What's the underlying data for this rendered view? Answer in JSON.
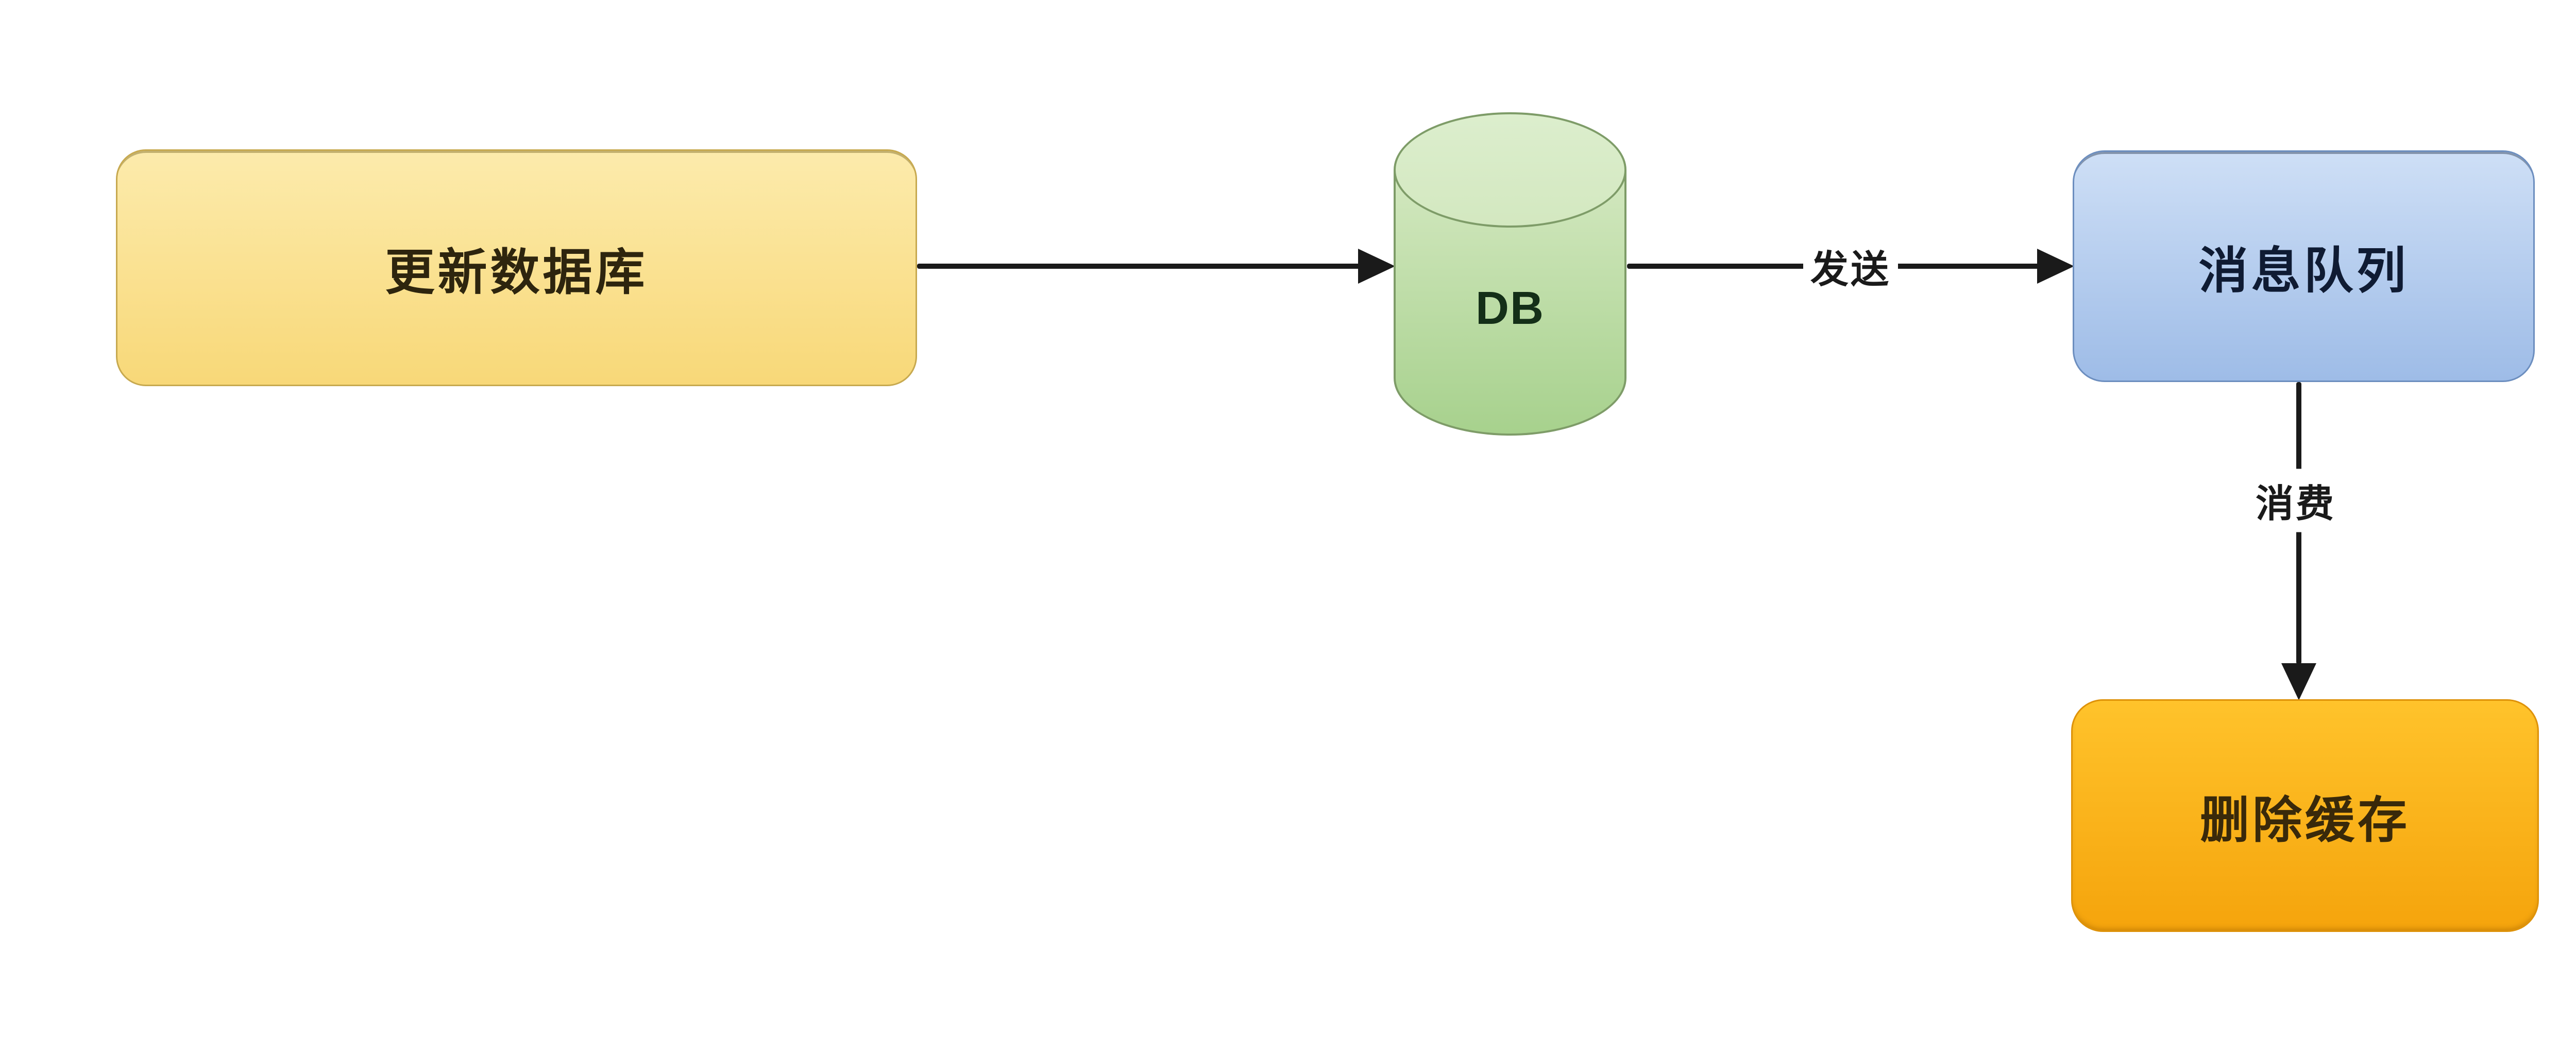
{
  "diagram": {
    "background": "#FFFFFF",
    "arrow_color": "#1A1A1A",
    "nodes": {
      "update_database": {
        "label": "更新数据库",
        "shape": "rounded-rect",
        "fill_top": "#FCEBAC",
        "fill_bottom": "#F8D878",
        "border": "#C7A94F",
        "text_color": "#2E250E"
      },
      "database": {
        "label": "DB",
        "shape": "cylinder",
        "fill_top": "#DCEECD",
        "fill_body_top": "#D3E8C0",
        "fill_body_bottom": "#A7D18D",
        "border": "#7E9C68",
        "text_color": "#142F18"
      },
      "message_queue": {
        "label": "消息队列",
        "shape": "rounded-rect",
        "fill_top": "#CEDFF6",
        "fill_bottom": "#9EBCE7",
        "border": "#6C8EBF",
        "text_color": "#0F1B33"
      },
      "delete_cache": {
        "label": "删除缓存",
        "shape": "rounded-rect",
        "fill_top": "#FFC32B",
        "fill_bottom": "#F5A40C",
        "border": "#DE9209",
        "text_color": "#39290A"
      }
    },
    "edges": [
      {
        "from": "update_database",
        "to": "database",
        "label": ""
      },
      {
        "from": "database",
        "to": "message_queue",
        "label": "发送"
      },
      {
        "from": "message_queue",
        "to": "delete_cache",
        "label": "消费"
      }
    ]
  }
}
